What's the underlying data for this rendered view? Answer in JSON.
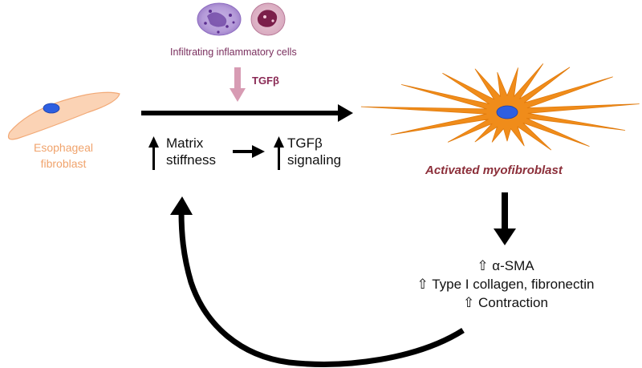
{
  "inflammation": {
    "label": "Infiltrating inflammatory cells",
    "signal": "TGFβ"
  },
  "fibroblast": {
    "label_line1": "Esophageal",
    "label_line2": "fibroblast"
  },
  "loop": {
    "matrix_line1": "Matrix",
    "matrix_line2": "stiffness",
    "signaling_line1": "TGFβ",
    "signaling_line2": "signaling"
  },
  "myofibroblast": {
    "label": "Activated myofibroblast"
  },
  "effects": {
    "line1": "⇧ α-SMA",
    "line2": "⇧ Type I collagen, fibronectin",
    "line3": "⇧ Contraction"
  },
  "colors": {
    "myofibroblast_body": "#f08c1a",
    "fibroblast_body": "#fbd3b5",
    "nucleus": "#2e5fe0",
    "inflammatory_arrow": "#d79bb3",
    "arrows": "#000000"
  }
}
